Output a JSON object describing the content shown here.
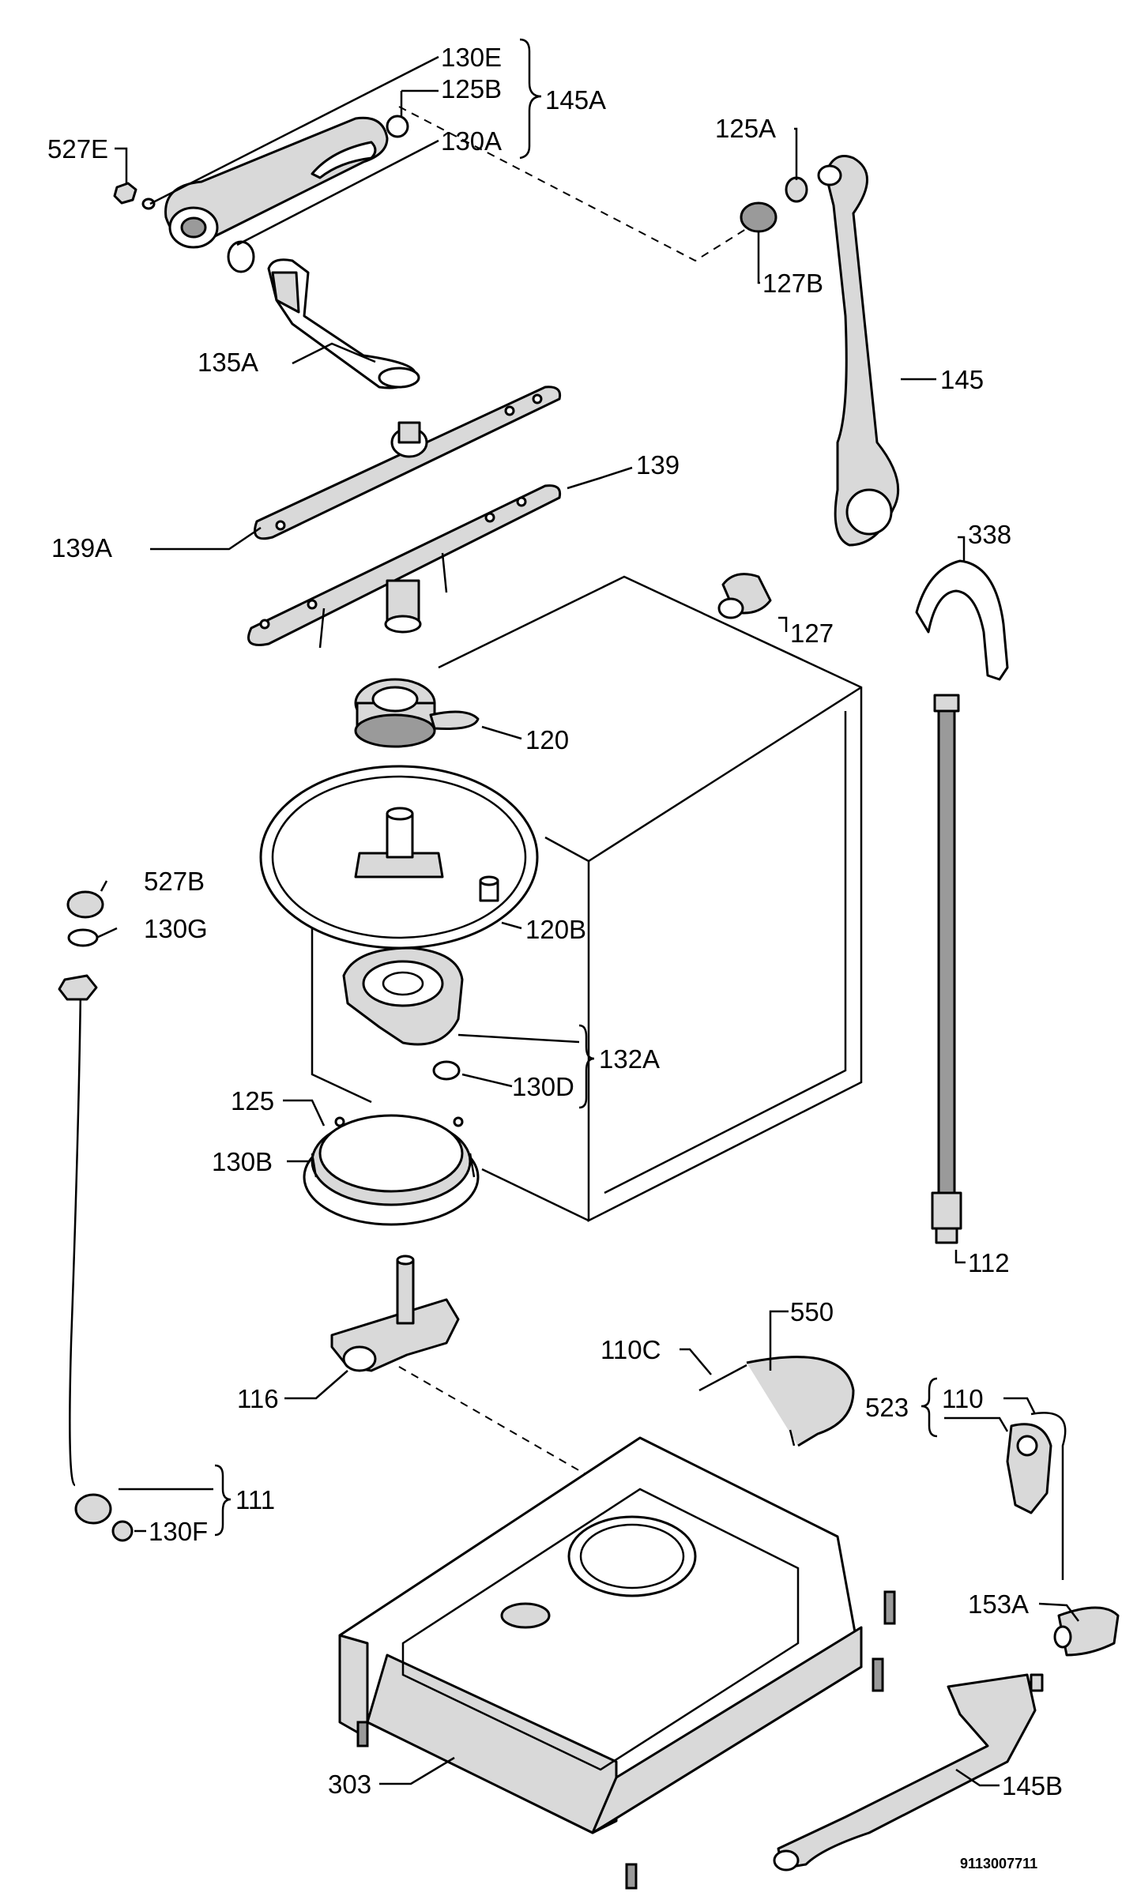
{
  "labels": {
    "l130E": "130E",
    "l125B": "125B",
    "l145A": "145A",
    "l130A": "130A",
    "l527E": "527E",
    "l125A": "125A",
    "l127B": "127B",
    "l135A": "135A",
    "l145": "145",
    "l139": "139",
    "l139A": "139A",
    "l338": "338",
    "l127": "127",
    "l120": "120",
    "l527B": "527B",
    "l130G": "130G",
    "l120B": "120B",
    "l132A": "132A",
    "l130D": "130D",
    "l125": "125",
    "l130B": "130B",
    "l112": "112",
    "l550": "550",
    "l110C": "110C",
    "l523": "523",
    "l110": "110",
    "l116": "116",
    "l111": "111",
    "l130F": "130F",
    "l153A": "153A",
    "l303": "303",
    "l145B": "145B"
  },
  "drawing_code": "9113007711"
}
